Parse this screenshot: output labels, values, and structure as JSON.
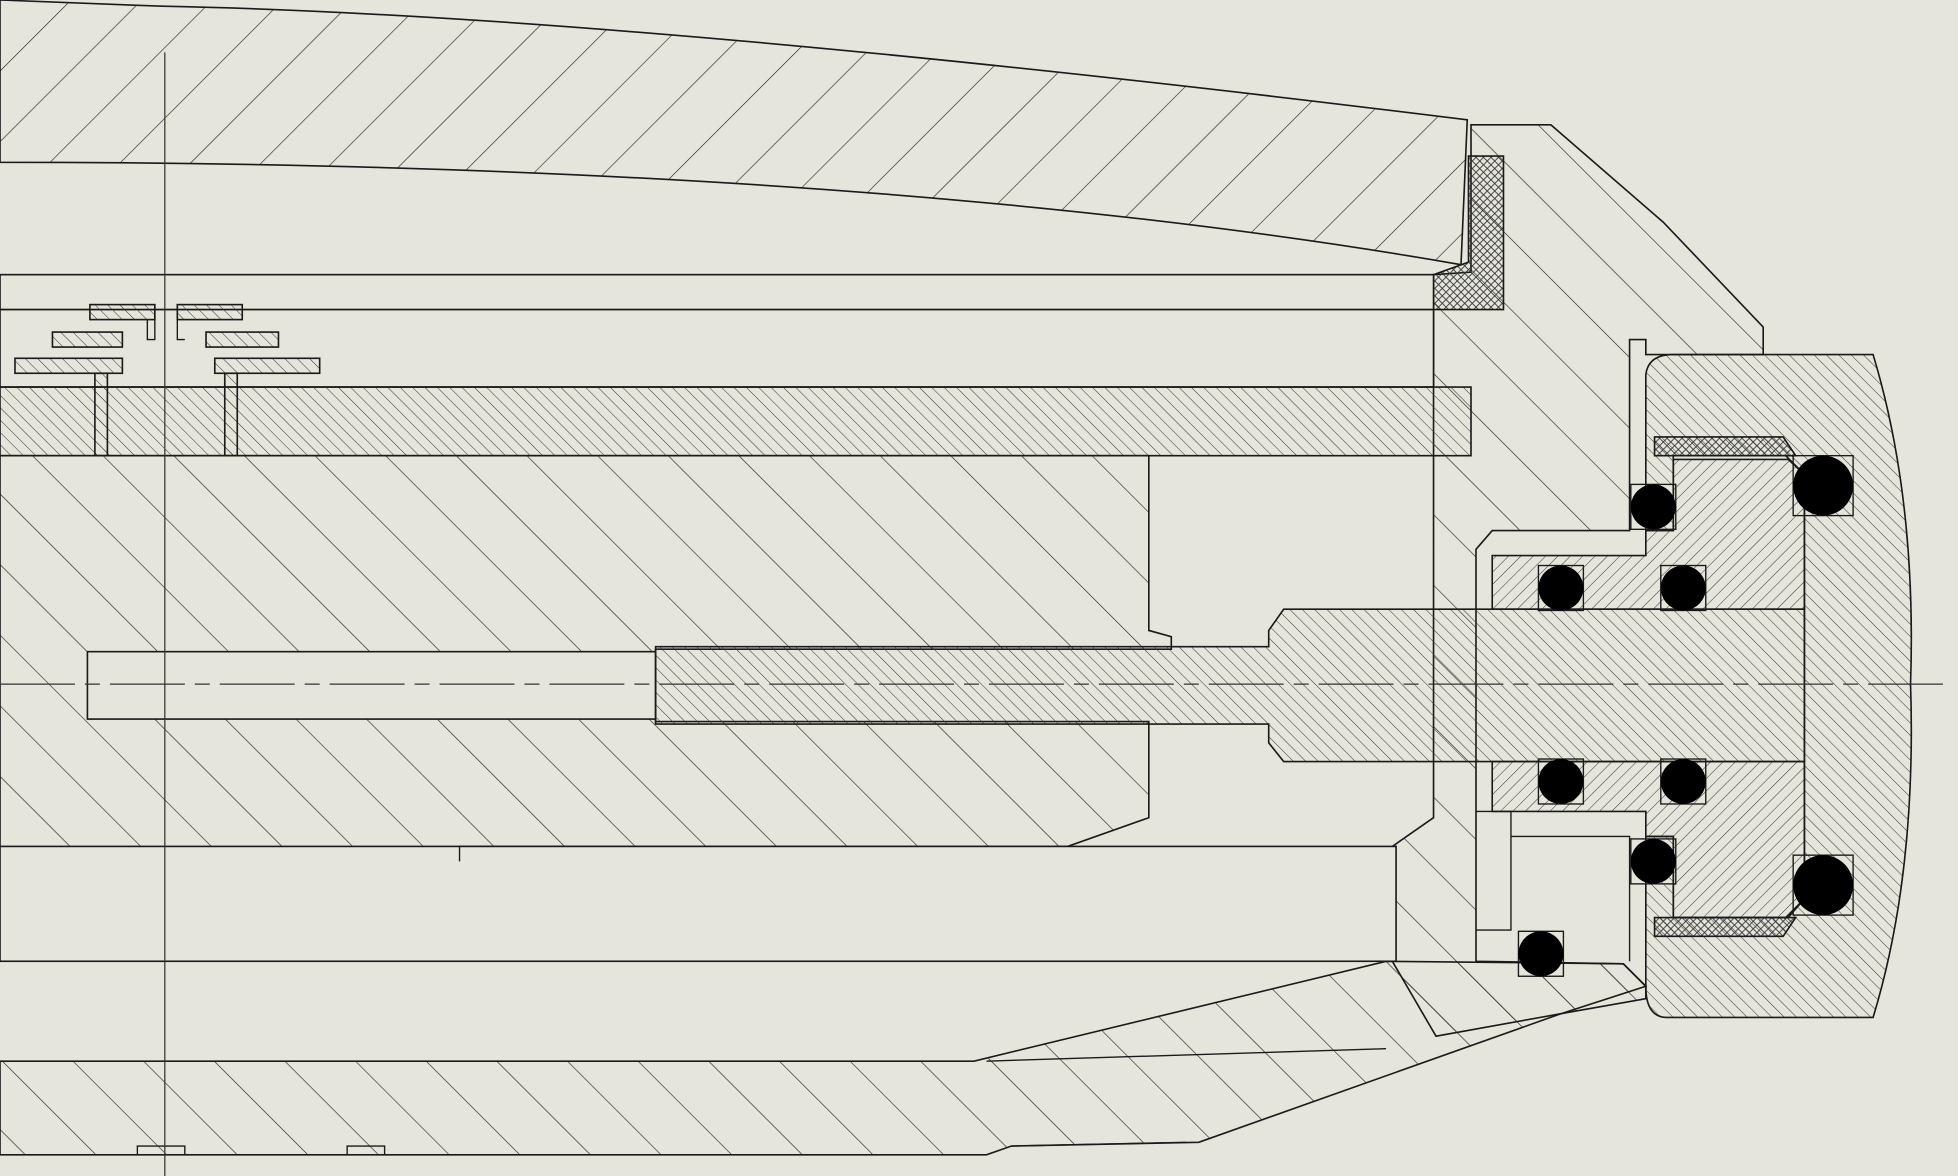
{
  "drawing": {
    "background": "#e5e5dc",
    "line_color": "#1a1a1a",
    "oring_color": "#000000",
    "hatch_styles": [
      "wide-diagonal",
      "fine-diagonal",
      "cross-hatch"
    ],
    "oring_count": 9
  }
}
